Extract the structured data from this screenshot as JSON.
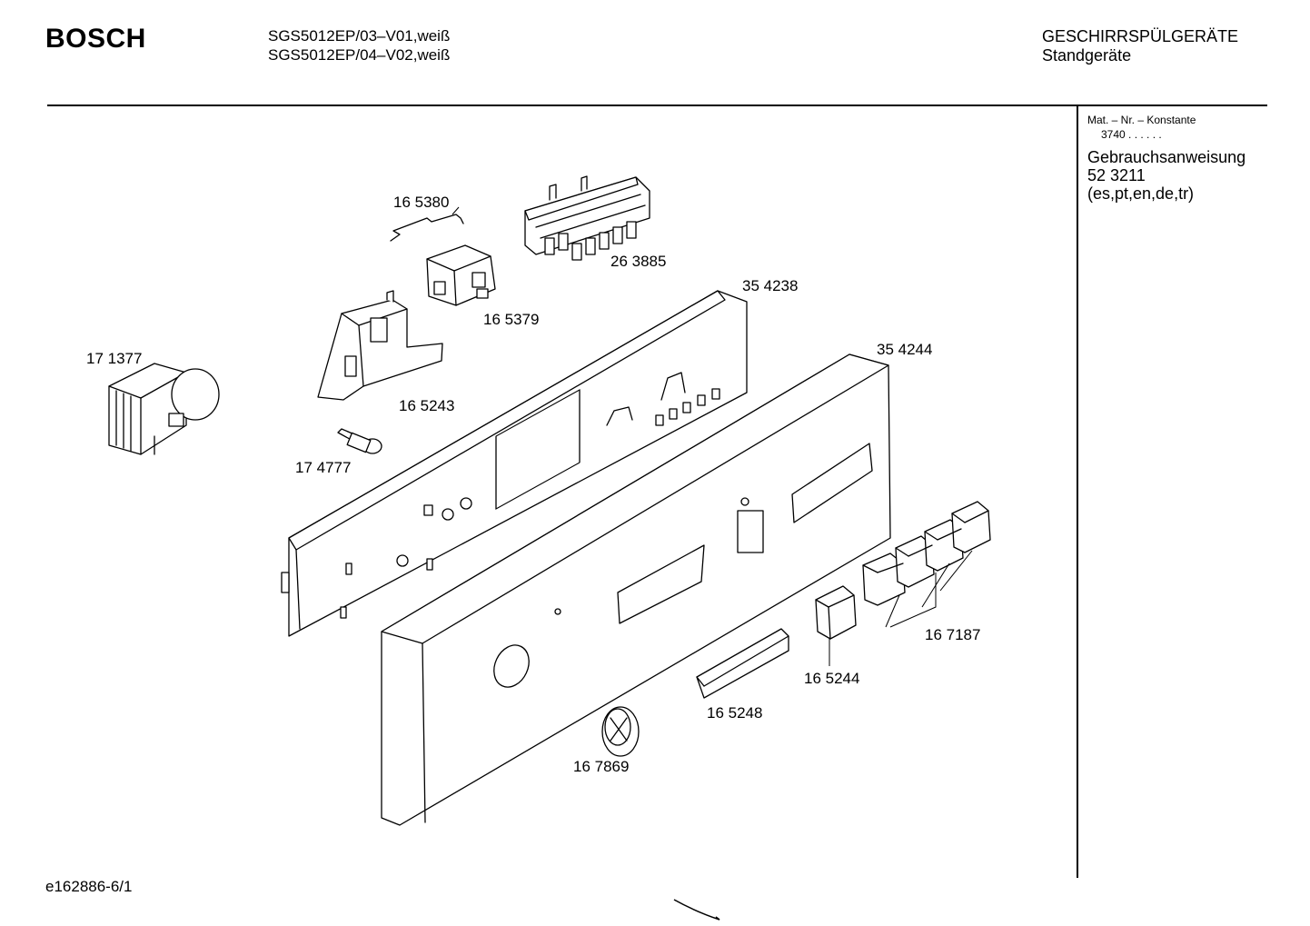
{
  "header": {
    "brand": "BOSCH",
    "models": [
      "SGS5012EP/03–V01,weiß",
      "SGS5012EP/04–V02,weiß"
    ],
    "category": "GESCHIRRSPÜLGERÄTE",
    "subcategory": "Standgeräte"
  },
  "sidebar": {
    "mat_label": "Mat. – Nr. – Konstante",
    "mat_value": "3740  .  .    .  .  .  .",
    "manual_title": "Gebrauchsanweisung",
    "manual_number": "52 3211",
    "manual_languages": "(es,pt,en,de,tr)"
  },
  "footer": {
    "doc_id": "e162886-6/1"
  },
  "parts": [
    {
      "id": "p1",
      "label": "16 5380"
    },
    {
      "id": "p2",
      "label": "26 3885"
    },
    {
      "id": "p3",
      "label": "35 4238"
    },
    {
      "id": "p4",
      "label": "16 5379"
    },
    {
      "id": "p5",
      "label": "35 4244"
    },
    {
      "id": "p6",
      "label": "17 1377"
    },
    {
      "id": "p7",
      "label": "16 5243"
    },
    {
      "id": "p8",
      "label": "17 4777"
    },
    {
      "id": "p9",
      "label": "16 7187"
    },
    {
      "id": "p10",
      "label": "16 5244"
    },
    {
      "id": "p11",
      "label": "16 5248"
    },
    {
      "id": "p12",
      "label": "16 7869"
    }
  ]
}
